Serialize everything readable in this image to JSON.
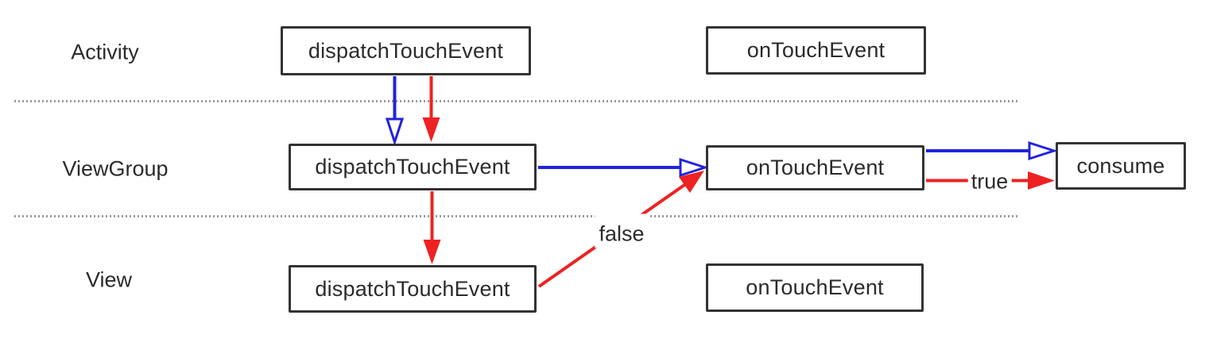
{
  "diagram": {
    "row_labels": {
      "activity": "Activity",
      "viewgroup": "ViewGroup",
      "view": "View"
    },
    "boxes": {
      "activity_dispatch": "dispatchTouchEvent",
      "activity_ontouch": "onTouchEvent",
      "viewgroup_dispatch": "dispatchTouchEvent",
      "viewgroup_ontouch": "onTouchEvent",
      "viewgroup_consume": "consume",
      "view_dispatch": "dispatchTouchEvent",
      "view_ontouch": "onTouchEvent"
    },
    "edge_labels": {
      "true": "true",
      "false": "false"
    },
    "arrows": [
      {
        "from": "Activity.dispatchTouchEvent",
        "to": "ViewGroup.dispatchTouchEvent",
        "color": "blue",
        "head": "hollow",
        "label": ""
      },
      {
        "from": "Activity.dispatchTouchEvent",
        "to": "ViewGroup.dispatchTouchEvent",
        "color": "red",
        "head": "solid",
        "label": ""
      },
      {
        "from": "ViewGroup.dispatchTouchEvent",
        "to": "ViewGroup.onTouchEvent",
        "color": "blue",
        "head": "hollow",
        "label": ""
      },
      {
        "from": "ViewGroup.dispatchTouchEvent",
        "to": "View.dispatchTouchEvent",
        "color": "red",
        "head": "solid",
        "label": ""
      },
      {
        "from": "View.dispatchTouchEvent",
        "to": "ViewGroup.onTouchEvent",
        "color": "red",
        "head": "solid",
        "label": "false"
      },
      {
        "from": "ViewGroup.onTouchEvent",
        "to": "consume",
        "color": "blue",
        "head": "hollow",
        "label": ""
      },
      {
        "from": "ViewGroup.onTouchEvent",
        "to": "consume",
        "color": "red",
        "head": "solid",
        "label": "true"
      }
    ],
    "colors": {
      "blue": "#2222dd",
      "red": "#ee2222",
      "box_border": "#333333",
      "text": "#2b2b2b",
      "divider": "#999999",
      "background": "#ffffff"
    }
  }
}
